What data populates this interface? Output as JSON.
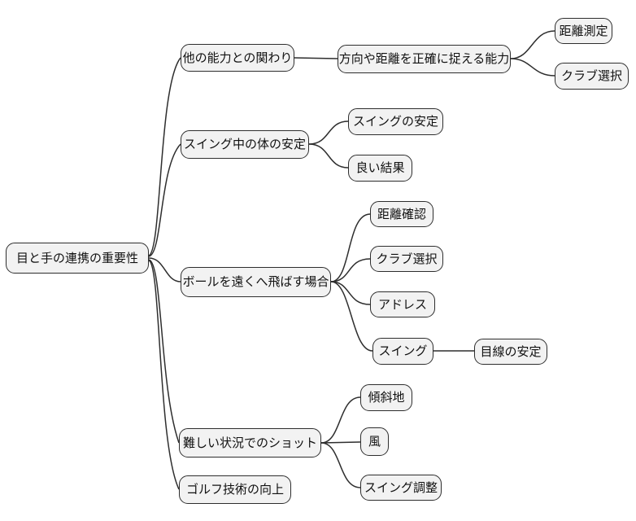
{
  "diagram_type": "mindmap",
  "colors": {
    "background": "#ffffff",
    "node_fill": "#f2f2f2",
    "node_border": "#2e2e2e",
    "edge": "#2e2e2e",
    "text": "#111111"
  },
  "root": {
    "label": "目と手の連携の重要性",
    "children": [
      {
        "label": "他の能力との関わり",
        "children": [
          {
            "label": "方向や距離を正確に捉える能力",
            "children": [
              {
                "label": "距離測定"
              },
              {
                "label": "クラブ選択"
              }
            ]
          }
        ]
      },
      {
        "label": "スイング中の体の安定",
        "children": [
          {
            "label": "スイングの安定"
          },
          {
            "label": "良い結果"
          }
        ]
      },
      {
        "label": "ボールを遠くへ飛ばす場合",
        "children": [
          {
            "label": "距離確認"
          },
          {
            "label": "クラブ選択"
          },
          {
            "label": "アドレス"
          },
          {
            "label": "スイング",
            "children": [
              {
                "label": "目線の安定"
              }
            ]
          }
        ]
      },
      {
        "label": "難しい状況でのショット",
        "children": [
          {
            "label": "傾斜地"
          },
          {
            "label": "風"
          },
          {
            "label": "スイング調整"
          }
        ]
      },
      {
        "label": "ゴルフ技術の向上"
      }
    ]
  }
}
